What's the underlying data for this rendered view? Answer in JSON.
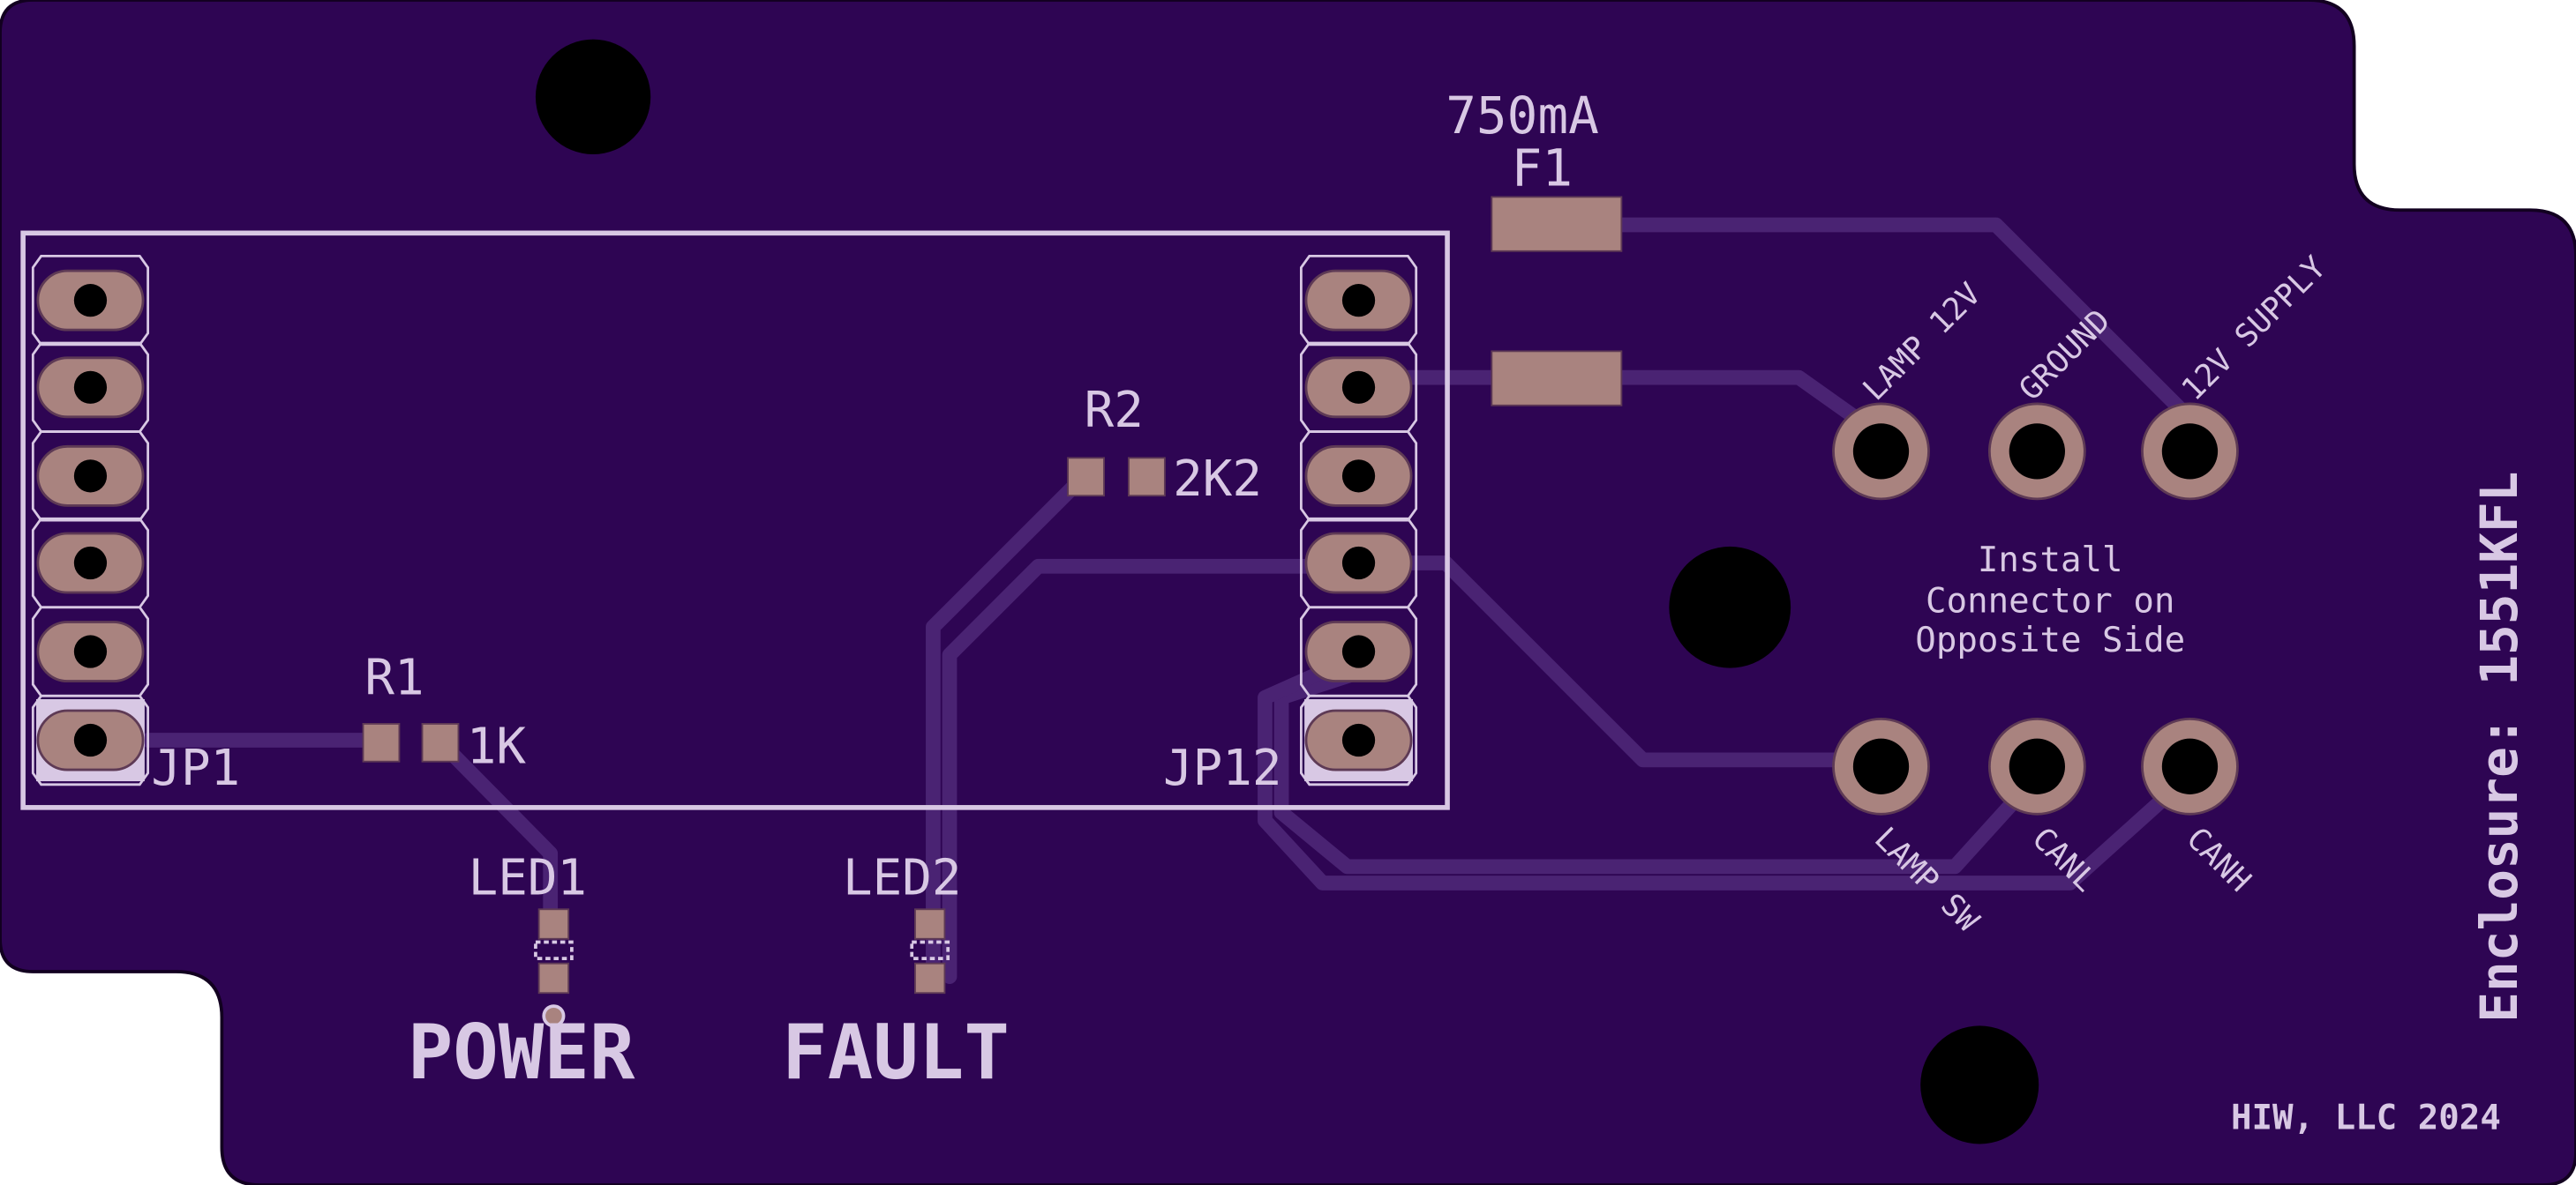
{
  "colors": {
    "board": "#2e0553",
    "board_edge": "#120020",
    "trace": "#4a2373",
    "pad": "#a9837f",
    "pad_edge": "#5e3a55",
    "silkscreen": "#d8c8e4",
    "hole": "#000000"
  },
  "fuse": {
    "value": "750mA",
    "designator": "F1"
  },
  "header_left": {
    "designator": "JP1"
  },
  "header_right": {
    "designator": "JP12"
  },
  "resistors": [
    {
      "designator": "R1",
      "value": "1K"
    },
    {
      "designator": "R2",
      "value": "2K2"
    }
  ],
  "leds": [
    {
      "designator": "LED1",
      "function": "POWER"
    },
    {
      "designator": "LED2",
      "function": "FAULT"
    }
  ],
  "connector_top": [
    "LAMP 12V",
    "GROUND",
    "12V SUPPLY"
  ],
  "connector_bottom": [
    "LAMP SW",
    "CANL",
    "CANH"
  ],
  "install_note": [
    "Install",
    "Connector on",
    "Opposite Side"
  ],
  "enclosure_label": "Enclosure: 1551KFL",
  "copyright": "HIW, LLC 2024"
}
